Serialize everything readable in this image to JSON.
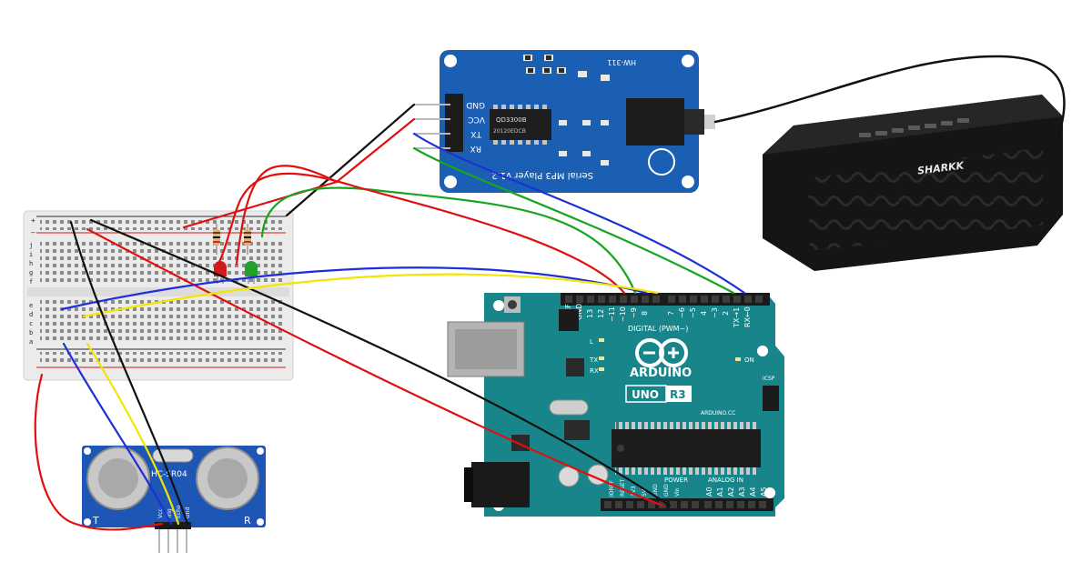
{
  "colors": {
    "wire_red": "#e01010",
    "wire_black": "#111111",
    "wire_blue": "#1d2fd6",
    "wire_green": "#17a51f",
    "wire_yellow": "#f2e600",
    "arduino_board": "#17858a",
    "mp3_board": "#1a5fb4",
    "sensor_board": "#1e56b5",
    "breadboard": "#e9e9e9",
    "speaker": "#1b1b1b",
    "led_red": "#d21a1a",
    "led_green": "#23a02b"
  },
  "mp3_player": {
    "model": "HW-311",
    "label": "Serial MP3 Player v1.2",
    "chip": "QD3300B",
    "chip_code": "20120EDCB",
    "pins": [
      "GND",
      "VCC",
      "TX",
      "RX"
    ]
  },
  "speaker": {
    "brand": "SHARKK"
  },
  "arduino": {
    "logo": "ARDUINO",
    "model": "UNO",
    "revision": "R3",
    "section_digital": "DIGITAL (PWM~)",
    "section_power": "POWER",
    "section_analog": "ANALOG IN",
    "header_labels": [
      "AREF",
      "GND",
      "13",
      "12",
      "~11",
      "~10",
      "~9",
      "8",
      "7",
      "~6",
      "~5",
      "4",
      "~3",
      "2",
      "TX→1",
      "RX←0"
    ],
    "analog_pins": [
      "A0",
      "A1",
      "A2",
      "A3",
      "A4",
      "A5"
    ],
    "power_pins": [
      "IOREF",
      "RESET",
      "3V3",
      "5V",
      "GND",
      "GND",
      "Vin"
    ],
    "status_labels": [
      "L",
      "TX",
      "RX",
      "ON"
    ],
    "icsp_label": "ICSP",
    "site_label": "ARDUINO.CC"
  },
  "ultrasonic": {
    "model": "HC-SR04",
    "left_label": "T",
    "right_label": "R",
    "pins": [
      "Vcc",
      "Trig",
      "Echo",
      "Gnd"
    ]
  },
  "breadboard": {
    "rail_plus": "+",
    "rail_minus": "–",
    "row_letters_top": [
      "j",
      "i",
      "h",
      "g",
      "f"
    ],
    "row_letters_bottom": [
      "e",
      "d",
      "c",
      "b",
      "a"
    ]
  }
}
